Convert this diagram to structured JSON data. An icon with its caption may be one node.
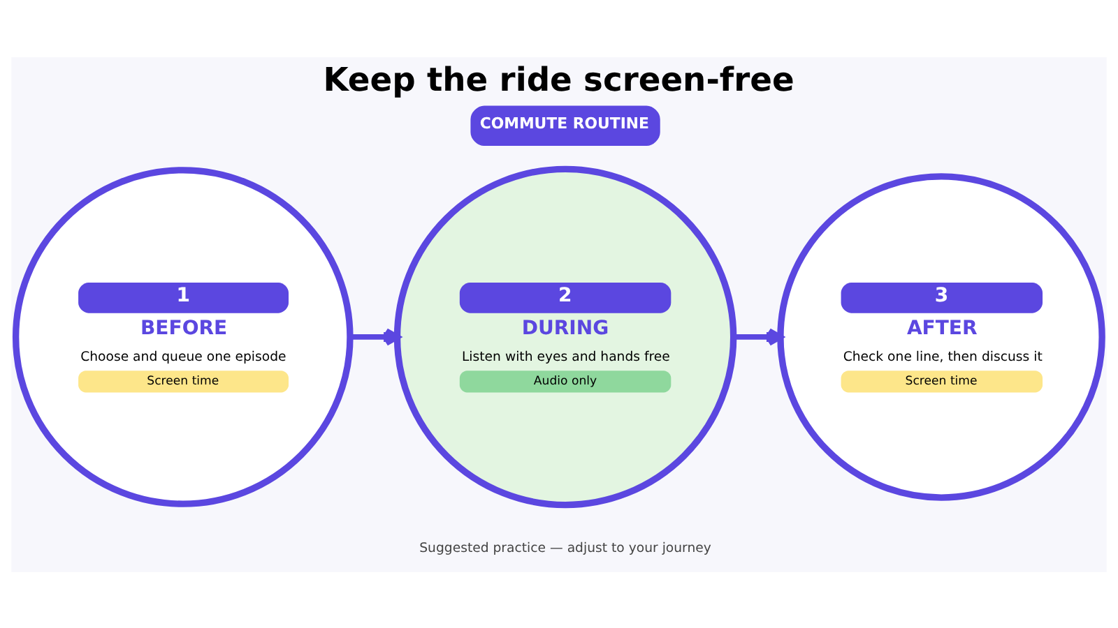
{
  "diagram": {
    "title": "Keep the ride screen-free",
    "caption": "Suggested practice — adjust to your journey",
    "nodes": [
      {
        "text": [
          "1",
          "BEFORE",
          "Choose and queue one episode",
          "Screen time"
        ]
      },
      {
        "text": [
          "2",
          "DURING",
          "Listen with eyes and hands free",
          "Audio only"
        ]
      },
      {
        "text": [
          "3",
          "AFTER",
          "Check one line, then discuss it",
          "Screen time"
        ]
      }
    ],
    "edges": [
      {
        "from": 0,
        "to": 1,
        "arrow": "to"
      },
      {
        "from": 1,
        "to": 2,
        "arrow": "to"
      }
    ],
    "labels": [
      "COMMUTE ROUTINE"
    ]
  }
}
